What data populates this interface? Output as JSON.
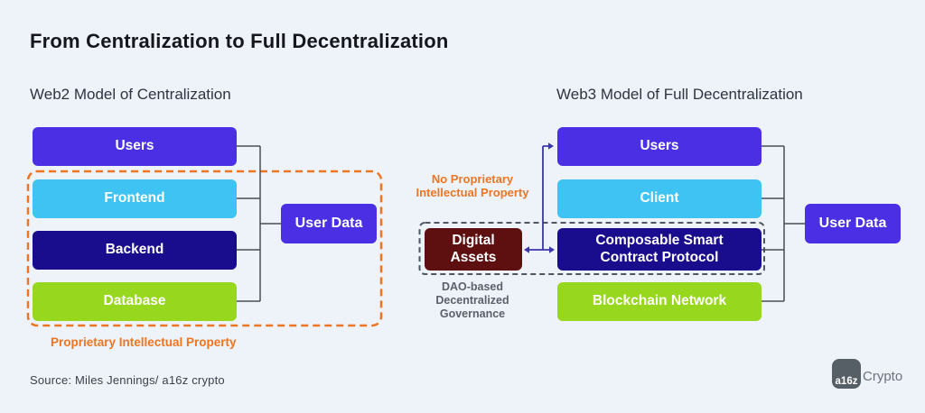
{
  "title": "From Centralization to Full Decentralization",
  "web2": {
    "subtitle": "Web2 Model of Centralization",
    "boxes": {
      "users": "Users",
      "frontend": "Frontend",
      "backend": "Backend",
      "database": "Database",
      "user_data": "User Data"
    },
    "annotation_proprietary": "Proprietary Intellectual Property"
  },
  "web3": {
    "subtitle": "Web3 Model of Full Decentralization",
    "boxes": {
      "users": "Users",
      "client": "Client",
      "composable_line1": "Composable Smart",
      "composable_line2": "Contract Protocol",
      "blockchain": "Blockchain Network",
      "digital_assets_line1": "Digital",
      "digital_assets_line2": "Assets",
      "user_data": "User Data"
    },
    "annotation_no_ip_line1": "No Proprietary",
    "annotation_no_ip_line2": "Intellectual Property",
    "annotation_dao_line1": "DAO-based",
    "annotation_dao_line2": "Decentralized",
    "annotation_dao_line3": "Governance"
  },
  "footer": {
    "source": "Source:  Miles Jennings/ a16z crypto",
    "logo_mark": "a16z",
    "logo_text": "Crypto"
  },
  "colors": {
    "background": "#EEF2F9",
    "primary_purple": "#4B2FE4",
    "sky_blue": "#3EC3F3",
    "dark_navy": "#190D8D",
    "lime_green": "#97D71D",
    "maroon": "#5E1010",
    "accent_orange": "#EE7522",
    "dashed_gray": "#4D5662",
    "connector_gray": "#4A4D55",
    "arrow_indigo": "#3B36A9"
  }
}
